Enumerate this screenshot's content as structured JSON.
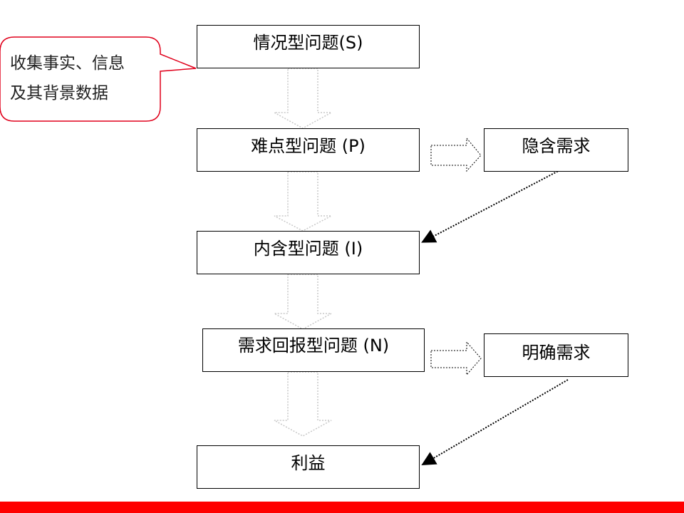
{
  "callout": {
    "line1": "收集事实、信息",
    "line2": "及其背景数据",
    "border_color": "#e0001b"
  },
  "flow": {
    "steps": [
      {
        "label": "情况型问题(S)"
      },
      {
        "label": "难点型问题 (P)"
      },
      {
        "label": "内含型问题 (I)"
      },
      {
        "label": "需求回报型问题 (N)"
      },
      {
        "label": "利益"
      }
    ]
  },
  "side_boxes": [
    {
      "label": "隐含需求"
    },
    {
      "label": "明确需求"
    }
  ],
  "colors": {
    "accent": "#ff0000",
    "border": "#000000",
    "hollow_arrow": "#c8c8c8"
  }
}
